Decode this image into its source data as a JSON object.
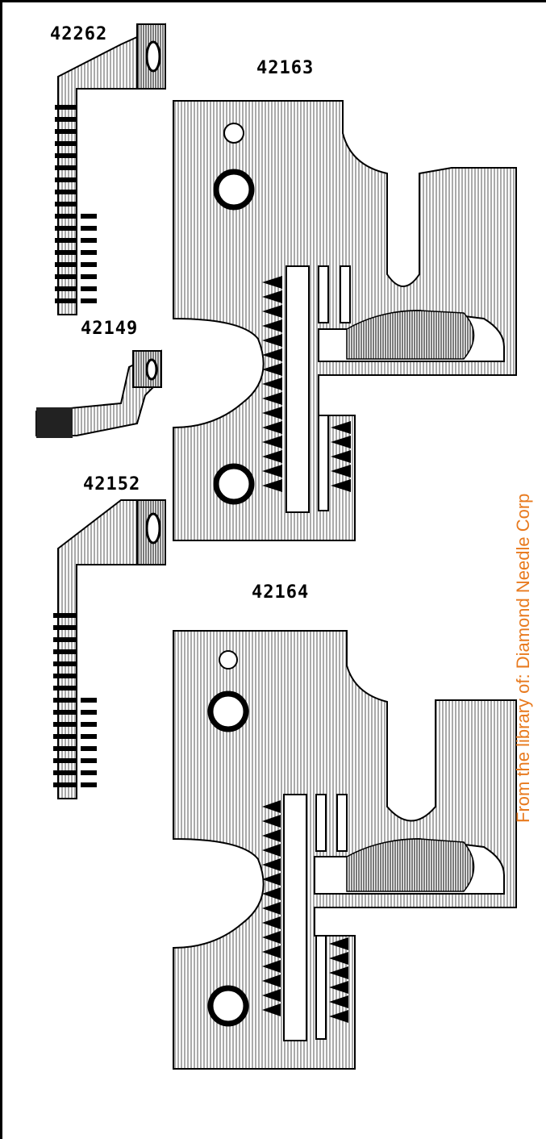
{
  "parts": {
    "p42262": "42262",
    "p42163": "42163",
    "p42149": "42149",
    "p42152": "42152",
    "p42164": "42164"
  },
  "watermark": "From the library of: Diamond Needle Corp",
  "colors": {
    "ink": "#000000",
    "watermark": "#e87a1e"
  }
}
